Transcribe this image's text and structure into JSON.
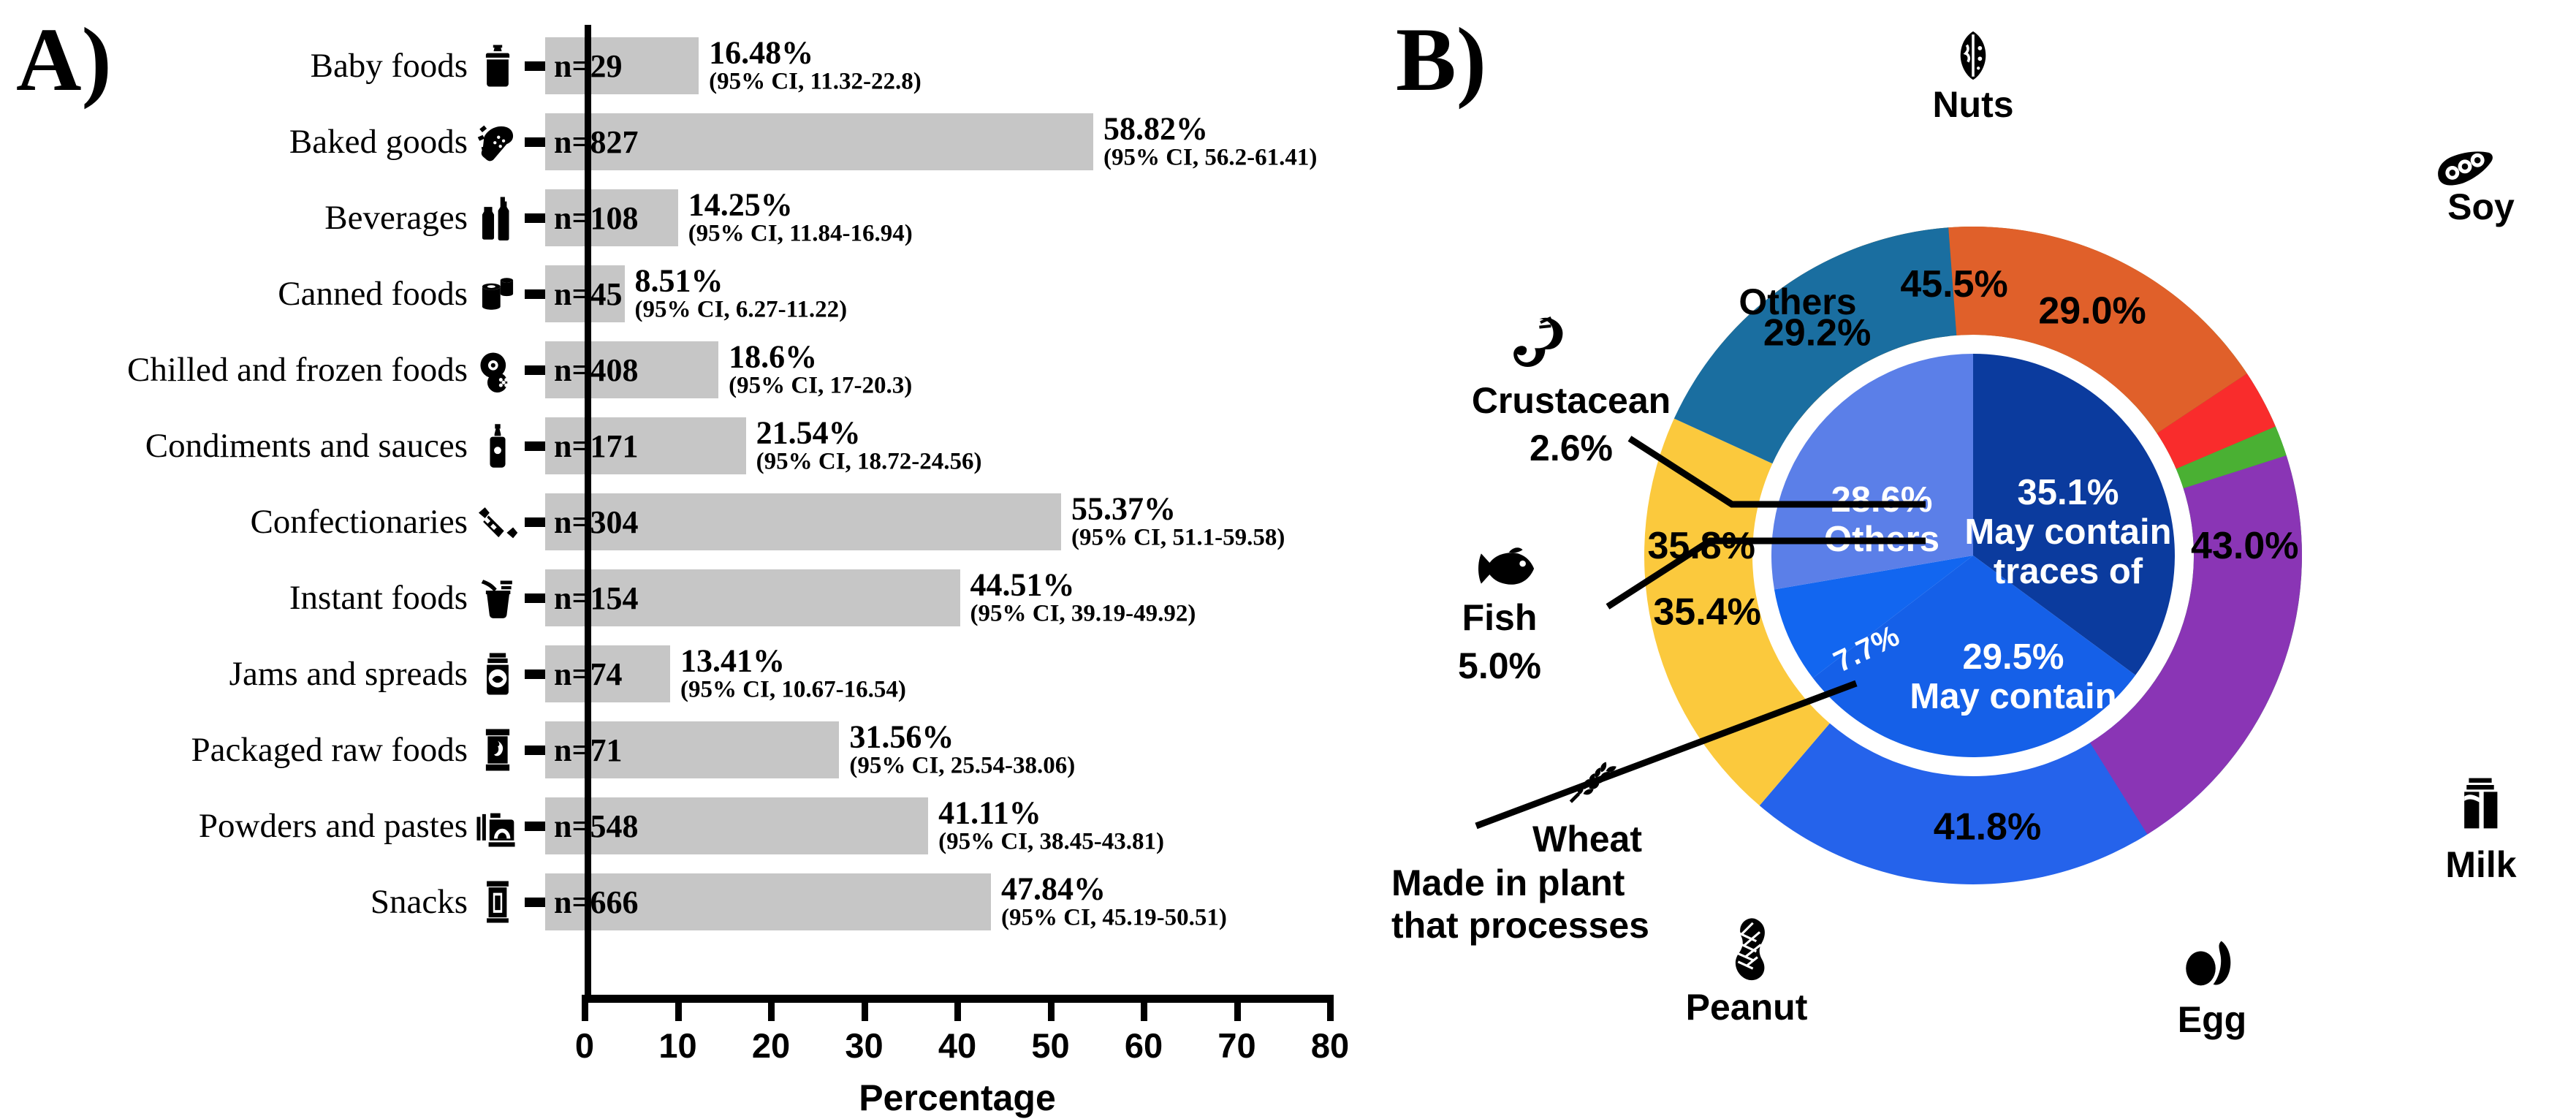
{
  "panel_a": {
    "letter": "A)",
    "axis": {
      "title": "Percentage",
      "ticks": [
        0,
        10,
        20,
        30,
        40,
        50,
        60,
        70,
        80
      ],
      "min": 0,
      "max": 80
    },
    "bar_color": "#c6c6c6"
  },
  "panel_b": {
    "letter": "B)"
  },
  "chart_data": [
    {
      "type": "bar",
      "orientation": "horizontal",
      "title": "",
      "xlabel": "Percentage",
      "ylabel": "",
      "xlim": [
        0,
        80
      ],
      "grid": false,
      "categories": [
        "Baby foods",
        "Baked goods",
        "Beverages",
        "Canned foods",
        "Chilled and frozen foods",
        "Condiments and sauces",
        "Confectionaries",
        "Instant foods",
        "Jams and spreads",
        "Packaged raw foods",
        "Powders and pastes",
        "Snacks"
      ],
      "values": [
        16.48,
        58.82,
        14.25,
        8.51,
        18.6,
        21.54,
        55.37,
        44.51,
        13.41,
        31.56,
        41.11,
        47.84
      ],
      "rows": [
        {
          "category": "Baby foods",
          "icon": "baby-bottle-icon",
          "n_label": "n=29",
          "n": 29,
          "value": 16.48,
          "pct_label": "16.48%",
          "ci_label": "(95% CI, 11.32-22.8)",
          "ci_low": 11.32,
          "ci_high": 22.8
        },
        {
          "category": "Baked goods",
          "icon": "bread-icon",
          "n_label": "n=827",
          "n": 827,
          "value": 58.82,
          "pct_label": "58.82%",
          "ci_label": "(95% CI, 56.2-61.41)",
          "ci_low": 56.2,
          "ci_high": 61.41
        },
        {
          "category": "Beverages",
          "icon": "bottles-icon",
          "n_label": "n=108",
          "n": 108,
          "value": 14.25,
          "pct_label": "14.25%",
          "ci_label": "(95% CI, 11.84-16.94)",
          "ci_low": 11.84,
          "ci_high": 16.94
        },
        {
          "category": "Canned foods",
          "icon": "cans-icon",
          "n_label": "n=45",
          "n": 45,
          "value": 8.51,
          "pct_label": "8.51%",
          "ci_label": "(95% CI, 6.27-11.22)",
          "ci_low": 6.27,
          "ci_high": 11.22
        },
        {
          "category": "Chilled and frozen foods",
          "icon": "frozen-food-icon",
          "n_label": "n=408",
          "n": 408,
          "value": 18.6,
          "pct_label": "18.6%",
          "ci_label": "(95% CI, 17-20.3)",
          "ci_low": 17,
          "ci_high": 20.3
        },
        {
          "category": "Condiments and sauces",
          "icon": "sauce-bottle-icon",
          "n_label": "n=171",
          "n": 171,
          "value": 21.54,
          "pct_label": "21.54%",
          "ci_label": "(95% CI, 18.72-24.56)",
          "ci_low": 18.72,
          "ci_high": 24.56
        },
        {
          "category": "Confectionaries",
          "icon": "candy-icon",
          "n_label": "n=304",
          "n": 304,
          "value": 55.37,
          "pct_label": "55.37%",
          "ci_label": "(95% CI, 51.1-59.58)",
          "ci_low": 51.1,
          "ci_high": 59.58
        },
        {
          "category": "Instant foods",
          "icon": "instant-noodle-icon",
          "n_label": "n=154",
          "n": 154,
          "value": 44.51,
          "pct_label": "44.51%",
          "ci_label": "(95% CI, 39.19-49.92)",
          "ci_low": 39.19,
          "ci_high": 49.92
        },
        {
          "category": "Jams and spreads",
          "icon": "jam-jar-icon",
          "n_label": "n=74",
          "n": 74,
          "value": 13.41,
          "pct_label": "13.41%",
          "ci_label": "(95% CI, 10.67-16.54)",
          "ci_low": 10.67,
          "ci_high": 16.54
        },
        {
          "category": "Packaged raw foods",
          "icon": "raw-food-pack-icon",
          "n_label": "n=71",
          "n": 71,
          "value": 31.56,
          "pct_label": "31.56%",
          "ci_label": "(95% CI, 25.54-38.06)",
          "ci_low": 25.54,
          "ci_high": 38.06
        },
        {
          "category": "Powders and pastes",
          "icon": "powder-pack-icon",
          "n_label": "n=548",
          "n": 548,
          "value": 41.11,
          "pct_label": "41.11%",
          "ci_label": "(95% CI, 38.45-43.81)",
          "ci_low": 38.45,
          "ci_high": 43.81
        },
        {
          "category": "Snacks",
          "icon": "snack-pack-icon",
          "n_label": "n=666",
          "n": 666,
          "value": 47.84,
          "pct_label": "47.84%",
          "ci_label": "(95% CI, 45.19-50.51)",
          "ci_low": 45.19,
          "ci_high": 50.51
        }
      ]
    },
    {
      "type": "pie",
      "subtype": "donut-outer-ring",
      "title": "",
      "legend": "icon labels around ring",
      "slices": [
        {
          "label": "Nuts",
          "pct_label": "45.5%",
          "value": 45.5,
          "color": "#9b6b10",
          "icon": "nut-icon",
          "label_pos": "top"
        },
        {
          "label": "Soy",
          "pct_label": "43.0%",
          "value": 43.0,
          "color": "#1faa39",
          "icon": "soy-pod-icon",
          "label_pos": "upper-right"
        },
        {
          "label": "Milk",
          "pct_label": "41.8%",
          "value": 41.8,
          "color": "#2563eb",
          "icon": "milk-carton-icon",
          "label_pos": "lower-right"
        },
        {
          "label": "Egg",
          "pct_label": "35.4%",
          "value": 35.4,
          "color": "#fbc93d",
          "icon": "egg-icon",
          "label_pos": "bottom-right"
        },
        {
          "label": "Peanut",
          "pct_label": "29.2%",
          "value": 29.2,
          "color": "#1a6ea0",
          "icon": "peanut-icon",
          "label_pos": "bottom-left"
        },
        {
          "label": "Wheat",
          "pct_label": "29.0%",
          "value": 29.0,
          "color": "#e0602a",
          "icon": "wheat-icon",
          "label_pos": "left"
        },
        {
          "label": "Fish",
          "pct_label": "5.0%",
          "value": 5.0,
          "color": "#f92c2c",
          "icon": "fish-icon",
          "label_pos": "callout-left"
        },
        {
          "label": "Crustacean",
          "pct_label": "2.6%",
          "value": 2.6,
          "color": "#4ab033",
          "icon": "shrimp-icon",
          "label_pos": "callout-left"
        },
        {
          "label": "Others",
          "pct_label": "35.8%",
          "value": 35.8,
          "color": "#8a35b5",
          "icon": "",
          "label_pos": "upper-left"
        }
      ]
    },
    {
      "type": "pie",
      "subtype": "inner-pie",
      "title": "",
      "slices": [
        {
          "label": "May contain traces of",
          "pct_label": "35.1%",
          "value": 35.1,
          "color": "#0b3b9e",
          "text_color": "#ffffff"
        },
        {
          "label": "May contain",
          "pct_label": "29.5%",
          "value": 29.5,
          "color": "#1560e8",
          "text_color": "#ffffff"
        },
        {
          "label": "Made in plant that processes",
          "pct_label": "7.7%",
          "value": 7.7,
          "color": "#1266f0",
          "text_color": "#ffffff"
        },
        {
          "label": "Others",
          "pct_label": "28.6%",
          "value": 28.6,
          "color": "#5b7fe8",
          "text_color": "#ffffff"
        }
      ]
    }
  ]
}
